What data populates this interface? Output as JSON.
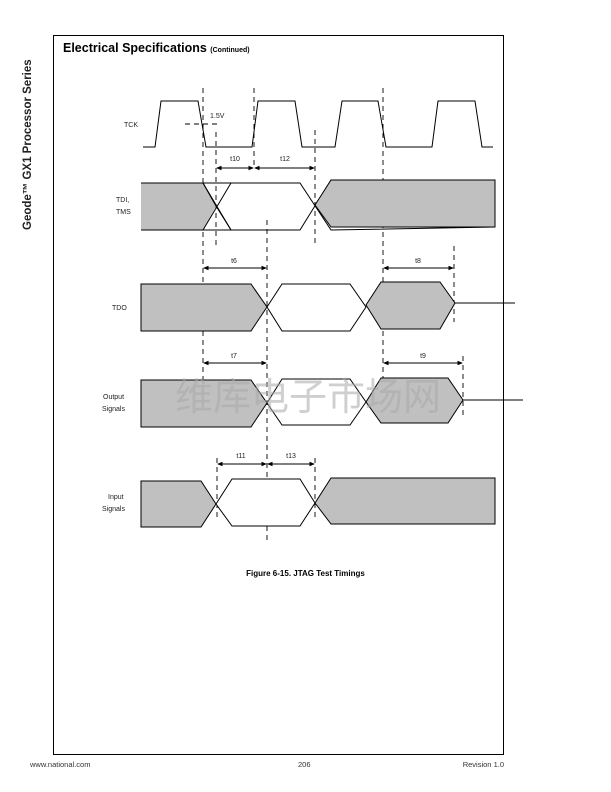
{
  "sidebar": {
    "series_title": "Geode™ GX1 Processor Series"
  },
  "header": {
    "title": "Electrical Specifications",
    "continued": "(Continued)"
  },
  "diagram": {
    "signals": {
      "tck": "TCK",
      "tdi_1": "TDI,",
      "tdi_2": "TMS",
      "tdo": "TDO",
      "out_1": "Output",
      "out_2": "Signals",
      "in_1": "Input",
      "in_2": "Signals"
    },
    "threshold": "1.5V",
    "timings": {
      "t10": "t10",
      "t12": "t12",
      "t6": "t6",
      "t8": "t8",
      "t7": "t7",
      "t9": "t9",
      "t11": "t11",
      "t13": "t13"
    },
    "watermark": "维库电子市场网",
    "colors": {
      "fill": "#c0c0c0",
      "line": "#000000"
    }
  },
  "figure": {
    "caption": "Figure 6-15.  JTAG Test Timings"
  },
  "footer": {
    "website": "www.national.com",
    "page": "206",
    "revision": "Revision 1.0"
  }
}
